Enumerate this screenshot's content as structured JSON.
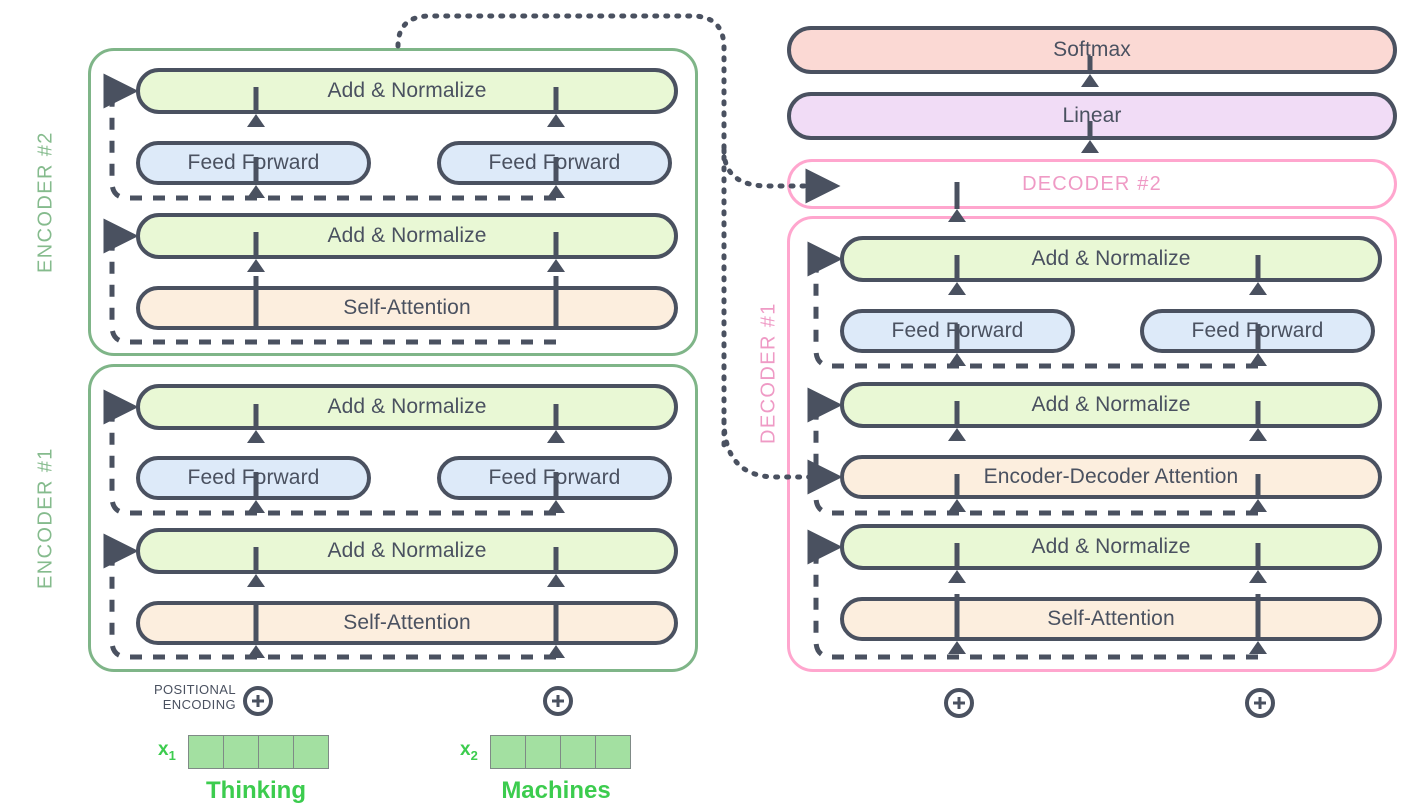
{
  "diagram": {
    "title": "Transformer encoder-decoder architecture",
    "colors": {
      "add_norm_fill": "#e9f8d5",
      "feed_forward_fill": "#ddeaf9",
      "attention_fill": "#fceede",
      "softmax_fill": "#fbd9d4",
      "linear_fill": "#f1dcf6",
      "box_stroke": "#4a5160",
      "encoder_frame": "#7fb588",
      "decoder_frame": "#ffa6ce",
      "encoder_label": "#85bb8d",
      "decoder_label": "#ef9ac5",
      "embedding_cell": "#a3e0a1",
      "word_text": "#3ccc4e"
    }
  },
  "encoder_stack": {
    "blocks": [
      {
        "label": "ENCODER #2",
        "layers": {
          "add_norm_top": "Add & Normalize",
          "feed_forward_left": "Feed Forward",
          "feed_forward_right": "Feed Forward",
          "add_norm_bottom": "Add & Normalize",
          "attention": "Self-Attention"
        }
      },
      {
        "label": "ENCODER #1",
        "layers": {
          "add_norm_top": "Add & Normalize",
          "feed_forward_left": "Feed Forward",
          "feed_forward_right": "Feed Forward",
          "add_norm_bottom": "Add & Normalize",
          "attention": "Self-Attention"
        }
      }
    ]
  },
  "decoder_stack": {
    "output_layers": {
      "softmax": "Softmax",
      "linear": "Linear"
    },
    "decoder2_label": "DECODER #2",
    "decoder1": {
      "label": "DECODER #1",
      "layers": {
        "add_norm_top": "Add & Normalize",
        "feed_forward_left": "Feed Forward",
        "feed_forward_right": "Feed Forward",
        "add_norm_mid": "Add & Normalize",
        "encoder_decoder_attention": "Encoder-Decoder Attention",
        "add_norm_bottom": "Add & Normalize",
        "self_attention": "Self-Attention"
      }
    }
  },
  "inputs": {
    "positional_encoding_label": "POSITIONAL\nENCODING",
    "plus_icon": "plus-circle-icon",
    "tokens": [
      {
        "vector_label": "x",
        "vector_index": "1",
        "word": "Thinking",
        "cells": 4
      },
      {
        "vector_label": "x",
        "vector_index": "2",
        "word": "Machines",
        "cells": 4
      }
    ]
  }
}
